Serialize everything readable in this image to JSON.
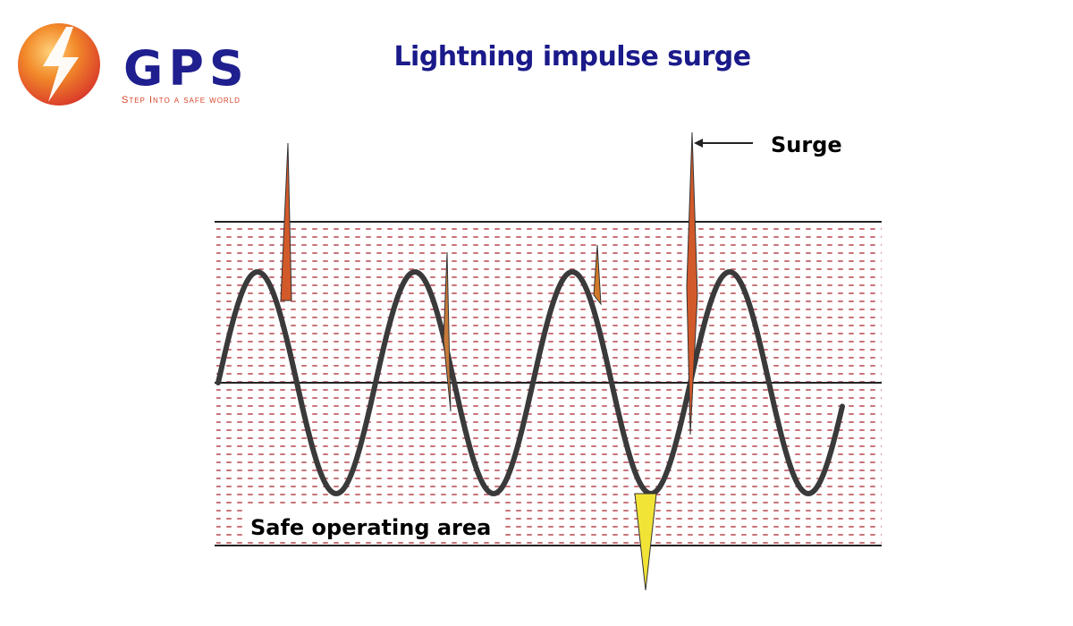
{
  "brand": {
    "name": "GPS",
    "tagline": "Step Into a safe world",
    "colors": {
      "navy": "#1f1f8f",
      "orange": "#ef7a26",
      "red": "#d8462a"
    }
  },
  "title": "Lightning impulse surge",
  "labels": {
    "surge": "Surge",
    "safe_area": "Safe operating area"
  },
  "colors": {
    "title": "#1a1a8a",
    "wave": "#3a3a3a",
    "dots": "#c9737a",
    "surge_spike": "#d25a2a",
    "dip_spike": "#f2e436"
  }
}
